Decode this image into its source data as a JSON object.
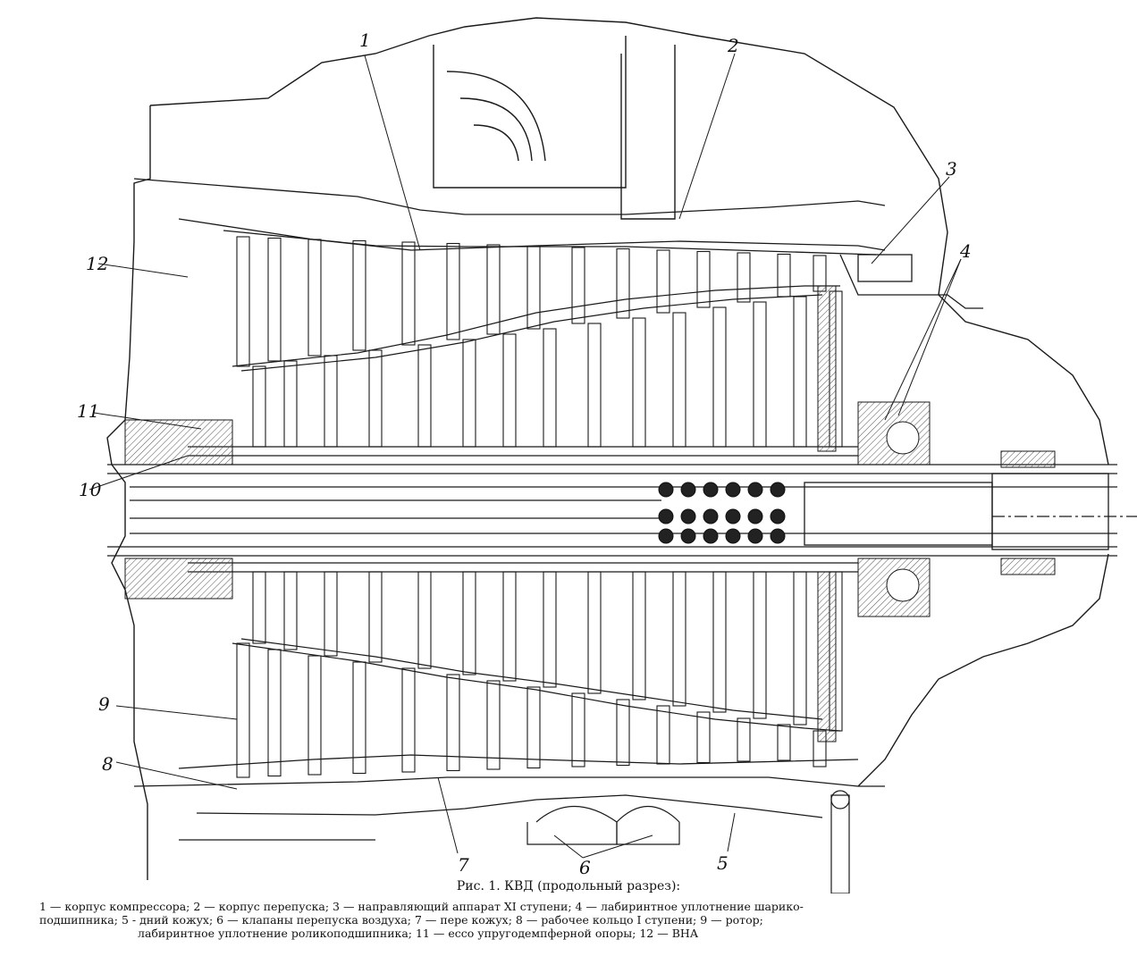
{
  "callouts": [
    {
      "id": "1",
      "label": "1"
    },
    {
      "id": "2",
      "label": "2"
    },
    {
      "id": "3",
      "label": "3"
    },
    {
      "id": "4",
      "label": "4"
    },
    {
      "id": "5",
      "label": "5"
    },
    {
      "id": "6",
      "label": "6"
    },
    {
      "id": "7",
      "label": "7"
    },
    {
      "id": "8",
      "label": "8"
    },
    {
      "id": "9",
      "label": "9"
    },
    {
      "id": "10",
      "label": "10"
    },
    {
      "id": "11",
      "label": "11"
    },
    {
      "id": "12",
      "label": "12"
    }
  ],
  "caption": {
    "title": "Рис. 1. КВД (продольный разрез):",
    "lines": [
      "1 — корпус компрессора; 2 — корпус перепуска; 3 — направляющий аппарат XI ступени; 4 — лабиринтное уплотнение шарико-",
      "подшипника; 5 - дний кожух; 6 — клапаны перепуска воздуха; 7 — пере кожух; 8 — рабочее кольцо I ступени; 9 — ротор;",
      "лабиринтное уплотнение роликоподшипника; 11 — ессо упругодемпферной опоры; 12 — ВНА"
    ]
  },
  "colors": {
    "line": "#1a1a1a",
    "hatch": "#555555",
    "background": "#ffffff"
  }
}
